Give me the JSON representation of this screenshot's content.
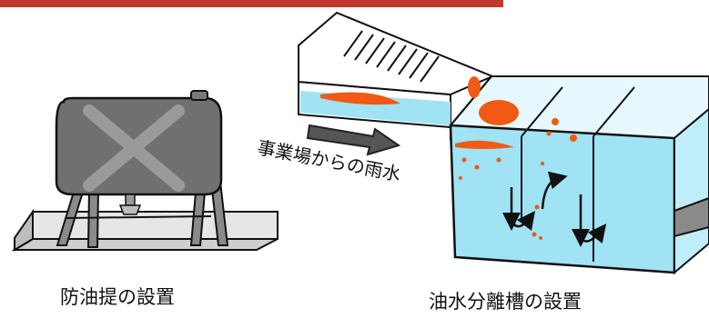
{
  "captions": {
    "left": "防油提の設置",
    "right": "油水分離槽の設置"
  },
  "flow_label": "事業場からの雨水",
  "colors": {
    "header_band": "#c0392b",
    "tank_fill": "#707070",
    "tank_stroke": "#111111",
    "dike_fill": "#d9d9d9",
    "water": "#9fe3f4",
    "oil": "#f05a14",
    "arrow": "#555555",
    "pipe": "#8a8a8a"
  },
  "icons": [
    "cross-mark-icon",
    "right-arrow-icon",
    "circulation-arrow-icon",
    "drain-pipe-icon"
  ]
}
